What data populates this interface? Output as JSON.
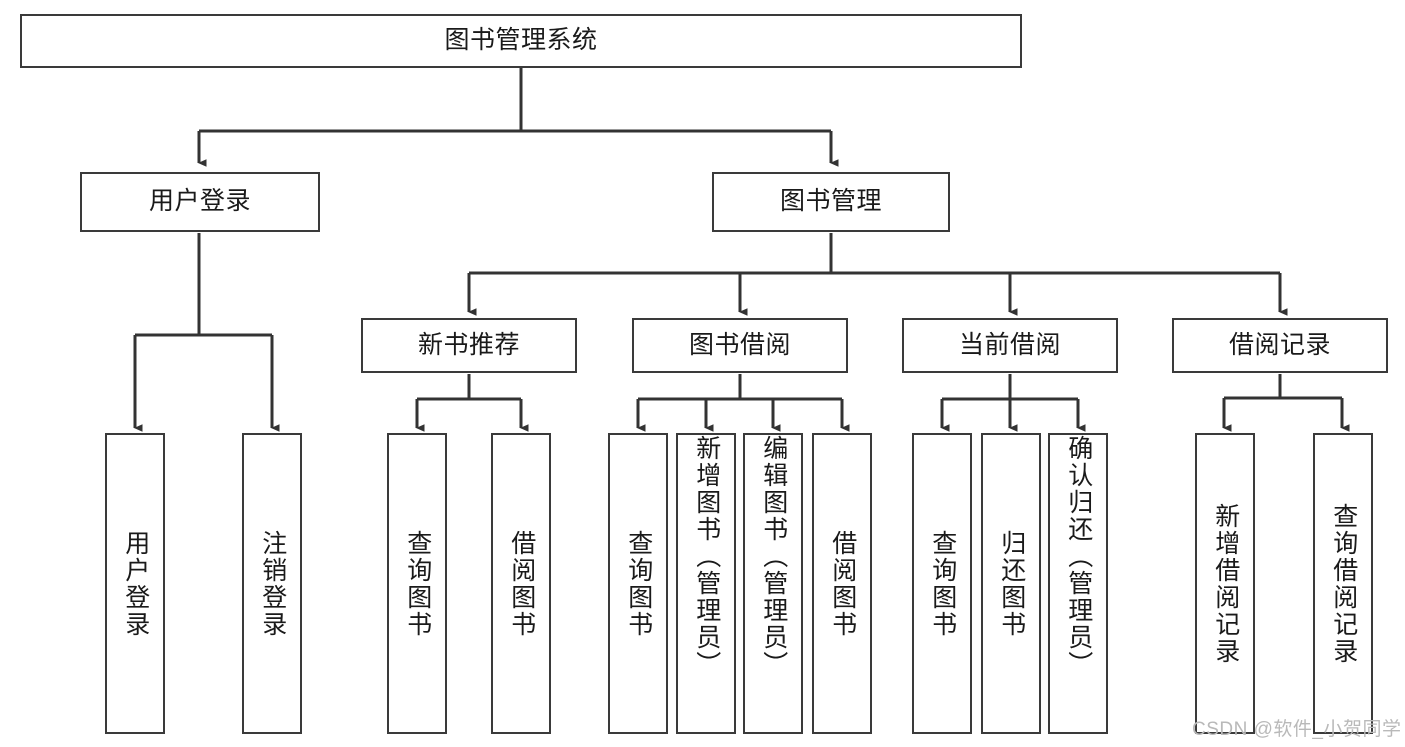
{
  "diagram": {
    "title_box": {
      "label": "图书管理系统"
    },
    "level2": [
      {
        "id": "user-login",
        "label": "用户登录"
      },
      {
        "id": "book-management",
        "label": "图书管理"
      }
    ],
    "level3": [
      {
        "id": "new-book-recommend",
        "label": "新书推荐"
      },
      {
        "id": "book-borrow",
        "label": "图书借阅"
      },
      {
        "id": "current-borrow",
        "label": "当前借阅"
      },
      {
        "id": "borrow-record",
        "label": "借阅记录"
      }
    ],
    "leaves": {
      "user_login": [
        {
          "id": "leaf-user-login",
          "label": "用户登录"
        },
        {
          "id": "leaf-logout",
          "label": "注销登录"
        }
      ],
      "new_book_recommend": [
        {
          "id": "leaf-query-book-1",
          "label": "查询图书"
        },
        {
          "id": "leaf-borrow-book-1",
          "label": "借阅图书"
        }
      ],
      "book_borrow": [
        {
          "id": "leaf-query-book-2",
          "label": "查询图书"
        },
        {
          "id": "leaf-add-book",
          "label": "新增图书（管理员）"
        },
        {
          "id": "leaf-edit-book",
          "label": "编辑图书（管理员）"
        },
        {
          "id": "leaf-borrow-book-2",
          "label": "借阅图书"
        }
      ],
      "current_borrow": [
        {
          "id": "leaf-query-book-3",
          "label": "查询图书"
        },
        {
          "id": "leaf-return-book",
          "label": "归还图书"
        },
        {
          "id": "leaf-confirm-return",
          "label": "确认归还（管理员）"
        }
      ],
      "borrow_record": [
        {
          "id": "leaf-add-record",
          "label": "新增借阅记录"
        },
        {
          "id": "leaf-query-record",
          "label": "查询借阅记录"
        }
      ]
    }
  },
  "watermark": {
    "text": "CSDN @软件_小贺同学"
  },
  "colors": {
    "border": "#3a3a3a",
    "connector": "#333333",
    "background": "#ffffff",
    "text": "#1a1a1a",
    "watermark": "#b9b9b9"
  },
  "chart_data": {
    "type": "tree-diagram",
    "title": "图书管理系统",
    "nodes": [
      {
        "id": "root",
        "label": "图书管理系统",
        "level": 0,
        "parent": null
      },
      {
        "id": "user-login",
        "label": "用户登录",
        "level": 1,
        "parent": "root"
      },
      {
        "id": "book-management",
        "label": "图书管理",
        "level": 1,
        "parent": "root"
      },
      {
        "id": "leaf-user-login",
        "label": "用户登录",
        "level": 2,
        "parent": "user-login"
      },
      {
        "id": "leaf-logout",
        "label": "注销登录",
        "level": 2,
        "parent": "user-login"
      },
      {
        "id": "new-book-recommend",
        "label": "新书推荐",
        "level": 2,
        "parent": "book-management"
      },
      {
        "id": "book-borrow",
        "label": "图书借阅",
        "level": 2,
        "parent": "book-management"
      },
      {
        "id": "current-borrow",
        "label": "当前借阅",
        "level": 2,
        "parent": "book-management"
      },
      {
        "id": "borrow-record",
        "label": "借阅记录",
        "level": 2,
        "parent": "book-management"
      },
      {
        "id": "leaf-query-book-1",
        "label": "查询图书",
        "level": 3,
        "parent": "new-book-recommend"
      },
      {
        "id": "leaf-borrow-book-1",
        "label": "借阅图书",
        "level": 3,
        "parent": "new-book-recommend"
      },
      {
        "id": "leaf-query-book-2",
        "label": "查询图书",
        "level": 3,
        "parent": "book-borrow"
      },
      {
        "id": "leaf-add-book",
        "label": "新增图书（管理员）",
        "level": 3,
        "parent": "book-borrow"
      },
      {
        "id": "leaf-edit-book",
        "label": "编辑图书（管理员）",
        "level": 3,
        "parent": "book-borrow"
      },
      {
        "id": "leaf-borrow-book-2",
        "label": "借阅图书",
        "level": 3,
        "parent": "book-borrow"
      },
      {
        "id": "leaf-query-book-3",
        "label": "查询图书",
        "level": 3,
        "parent": "current-borrow"
      },
      {
        "id": "leaf-return-book",
        "label": "归还图书",
        "level": 3,
        "parent": "current-borrow"
      },
      {
        "id": "leaf-confirm-return",
        "label": "确认归还（管理员）",
        "level": 3,
        "parent": "current-borrow"
      },
      {
        "id": "leaf-add-record",
        "label": "新增借阅记录",
        "level": 3,
        "parent": "borrow-record"
      },
      {
        "id": "leaf-query-record",
        "label": "查询借阅记录",
        "level": 3,
        "parent": "borrow-record"
      }
    ],
    "edge_style": "orthogonal-arrow",
    "orientation": "top-down"
  }
}
